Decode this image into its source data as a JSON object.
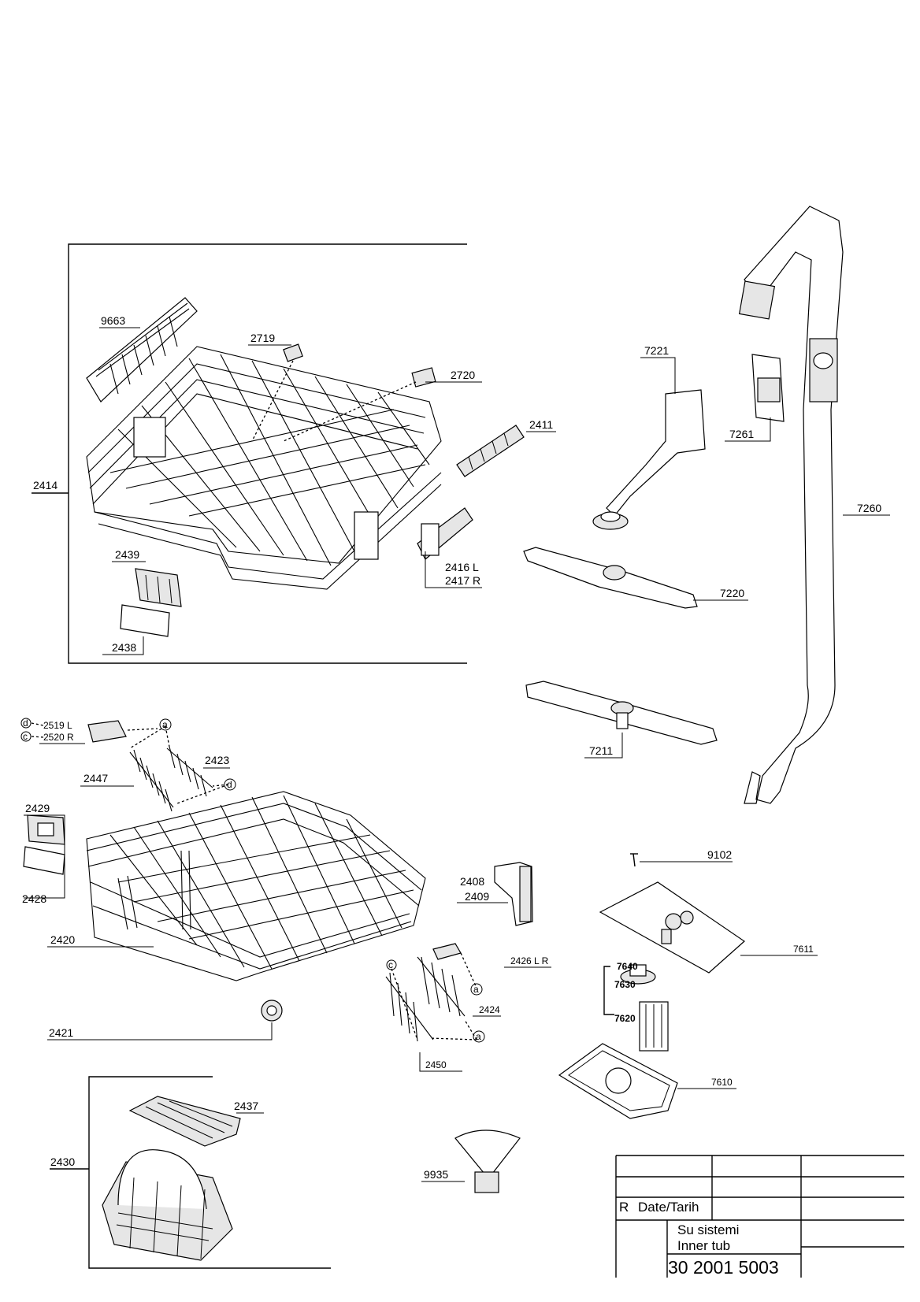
{
  "callouts": {
    "c9663": "9663",
    "c2719": "2719",
    "c2720": "2720",
    "c2411": "2411",
    "c2414": "2414",
    "c2416": "2416 L",
    "c2417": "2417 R",
    "c2439": "2439",
    "c2438": "2438",
    "c7221": "7221",
    "c7261": "7261",
    "c7260": "7260",
    "c7220": "7220",
    "c7211": "7211",
    "c2519": "2519 L",
    "c2520": "2520 R",
    "c2423": "2423",
    "c2447": "2447",
    "c2429": "2429",
    "c2428": "2428",
    "c2420": "2420",
    "c2408": "2408",
    "c2409": "2409",
    "c2426": "2426 L R",
    "c2424": "2424",
    "c2421": "2421",
    "c2450": "2450",
    "c9102": "9102",
    "c7611": "7611",
    "c7640": "7640",
    "c7630": "7630",
    "c7620": "7620",
    "c7610": "7610",
    "c2437": "2437",
    "c2430": "2430",
    "c9935": "9935"
  },
  "markers": {
    "a": "a",
    "c": "c",
    "d": "d"
  },
  "title_block": {
    "rev": "R",
    "date_label": "Date/Tarih",
    "title_tr": "Su sistemi",
    "title_en": "Inner tub",
    "drawing_no": "30 2001 5003"
  }
}
